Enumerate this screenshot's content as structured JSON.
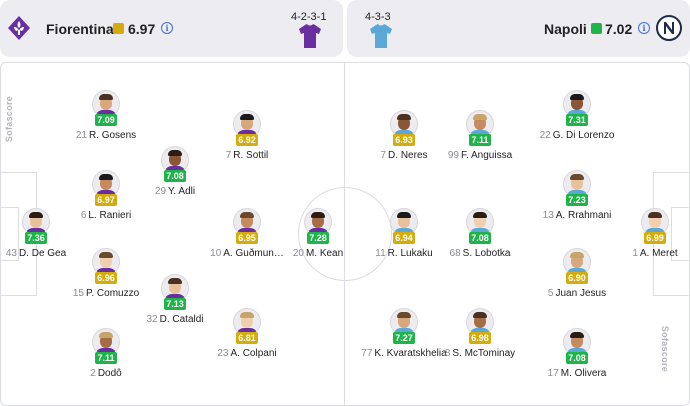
{
  "home": {
    "team": "Fiorentina",
    "rating": "6.97",
    "rating_color": "#d5ac0e",
    "formation": "4-2-3-1",
    "jersey_color": "#6a2ea0",
    "crest_icon": "fiorentina-lily-icon"
  },
  "away": {
    "team": "Napoli",
    "rating": "7.02",
    "rating_color": "#1fb44a",
    "formation": "4-3-3",
    "jersey_color": "#5aa7d8",
    "crest_icon": "napoli-n-crest-icon"
  },
  "watermark": "Sofascore",
  "players": [
    {
      "num": "43",
      "name": "D. De Gea",
      "rating": "7.36",
      "color": "green",
      "side": "home"
    },
    {
      "num": "21",
      "name": "R. Gosens",
      "rating": "7.09",
      "color": "green",
      "side": "home"
    },
    {
      "num": "6",
      "name": "L. Ranieri",
      "rating": "6.97",
      "color": "gold",
      "side": "home"
    },
    {
      "num": "15",
      "name": "P. Comuzzo",
      "rating": "6.96",
      "color": "gold",
      "side": "home"
    },
    {
      "num": "2",
      "name": "Dodô",
      "rating": "7.11",
      "color": "green",
      "side": "home"
    },
    {
      "num": "29",
      "name": "Y. Adli",
      "rating": "7.08",
      "color": "green",
      "side": "home"
    },
    {
      "num": "32",
      "name": "D. Cataldi",
      "rating": "7.13",
      "color": "green",
      "side": "home"
    },
    {
      "num": "7",
      "name": "R. Sottil",
      "rating": "6.92",
      "color": "gold",
      "side": "home"
    },
    {
      "num": "10",
      "name": "A. Guðmun…",
      "rating": "6.95",
      "color": "gold",
      "side": "home"
    },
    {
      "num": "23",
      "name": "A. Colpani",
      "rating": "6.81",
      "color": "gold",
      "side": "home"
    },
    {
      "num": "20",
      "name": "M. Kean",
      "rating": "7.28",
      "color": "green",
      "side": "home"
    },
    {
      "num": "7",
      "name": "D. Neres",
      "rating": "6.93",
      "color": "gold",
      "side": "away"
    },
    {
      "num": "11",
      "name": "R. Lukaku",
      "rating": "6.94",
      "color": "gold",
      "side": "away"
    },
    {
      "num": "77",
      "name": "K. Kvaratskhelia",
      "rating": "7.27",
      "color": "green",
      "side": "away"
    },
    {
      "num": "99",
      "name": "F. Anguissa",
      "rating": "7.11",
      "color": "green",
      "side": "away"
    },
    {
      "num": "68",
      "name": "S. Lobotka",
      "rating": "7.08",
      "color": "green",
      "side": "away"
    },
    {
      "num": "8",
      "name": "S. McTominay",
      "rating": "6.98",
      "color": "gold",
      "side": "away"
    },
    {
      "num": "22",
      "name": "G. Di Lorenzo",
      "rating": "7.31",
      "color": "green",
      "side": "away"
    },
    {
      "num": "13",
      "name": "A. Rrahmani",
      "rating": "7.23",
      "color": "green",
      "side": "away"
    },
    {
      "num": "5",
      "name": "Juan Jesus",
      "rating": "6.90",
      "color": "gold",
      "side": "away"
    },
    {
      "num": "17",
      "name": "M. Olivera",
      "rating": "7.08",
      "color": "green",
      "side": "away"
    },
    {
      "num": "1",
      "name": "A. Meret",
      "rating": "6.99",
      "color": "gold",
      "side": "away"
    }
  ]
}
